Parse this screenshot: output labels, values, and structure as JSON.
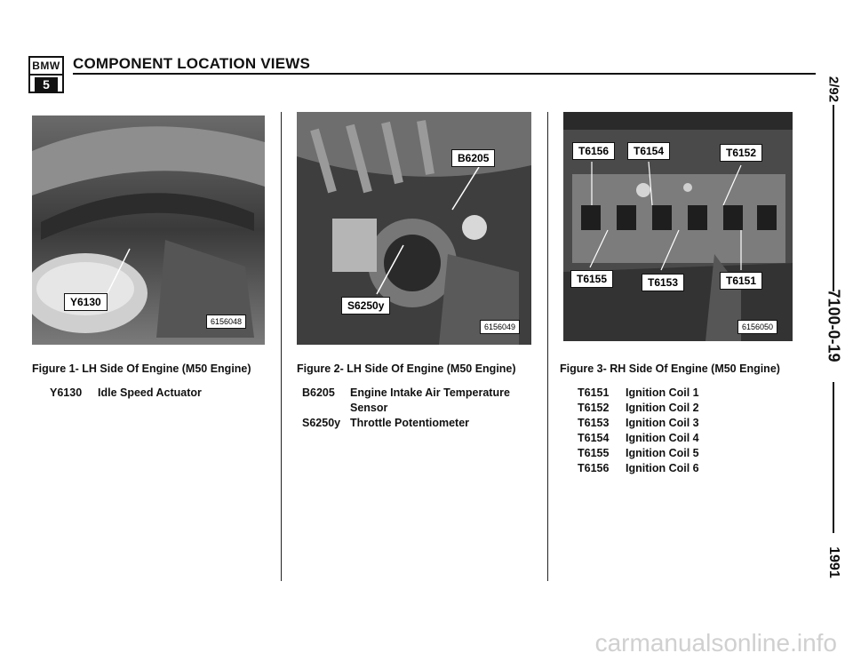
{
  "header": {
    "logo_brand": "BMW",
    "logo_series": "5",
    "title": "COMPONENT LOCATION VIEWS"
  },
  "margin": {
    "date": "2/92",
    "page": "7100-0-19",
    "year": "1991"
  },
  "figures": [
    {
      "caption": "Figure 1- LH Side Of Engine (M50 Engine)",
      "photo_code": "6156048",
      "tags": [
        "Y6130"
      ],
      "legend": [
        {
          "id": "Y6130",
          "desc": "Idle Speed Actuator"
        }
      ]
    },
    {
      "caption": "Figure 2- LH Side Of Engine (M50 Engine)",
      "photo_code": "6156049",
      "tags": [
        "B6205",
        "S6250y"
      ],
      "legend": [
        {
          "id": "B6205",
          "desc": "Engine Intake Air Temperature Sensor"
        },
        {
          "id": "S6250y",
          "desc": "Throttle Potentiometer"
        }
      ]
    },
    {
      "caption": "Figure 3- RH Side Of Engine (M50 Engine)",
      "photo_code": "6156050",
      "tags": [
        "T6156",
        "T6154",
        "T6152",
        "T6155",
        "T6153",
        "T6151"
      ],
      "legend": [
        {
          "id": "T6151",
          "desc": "Ignition Coil 1"
        },
        {
          "id": "T6152",
          "desc": "Ignition Coil 2"
        },
        {
          "id": "T6153",
          "desc": "Ignition Coil 3"
        },
        {
          "id": "T6154",
          "desc": "Ignition Coil 4"
        },
        {
          "id": "T6155",
          "desc": "Ignition Coil 5"
        },
        {
          "id": "T6156",
          "desc": "Ignition Coil 6"
        }
      ]
    }
  ],
  "watermark": "carmanualsonline.info"
}
